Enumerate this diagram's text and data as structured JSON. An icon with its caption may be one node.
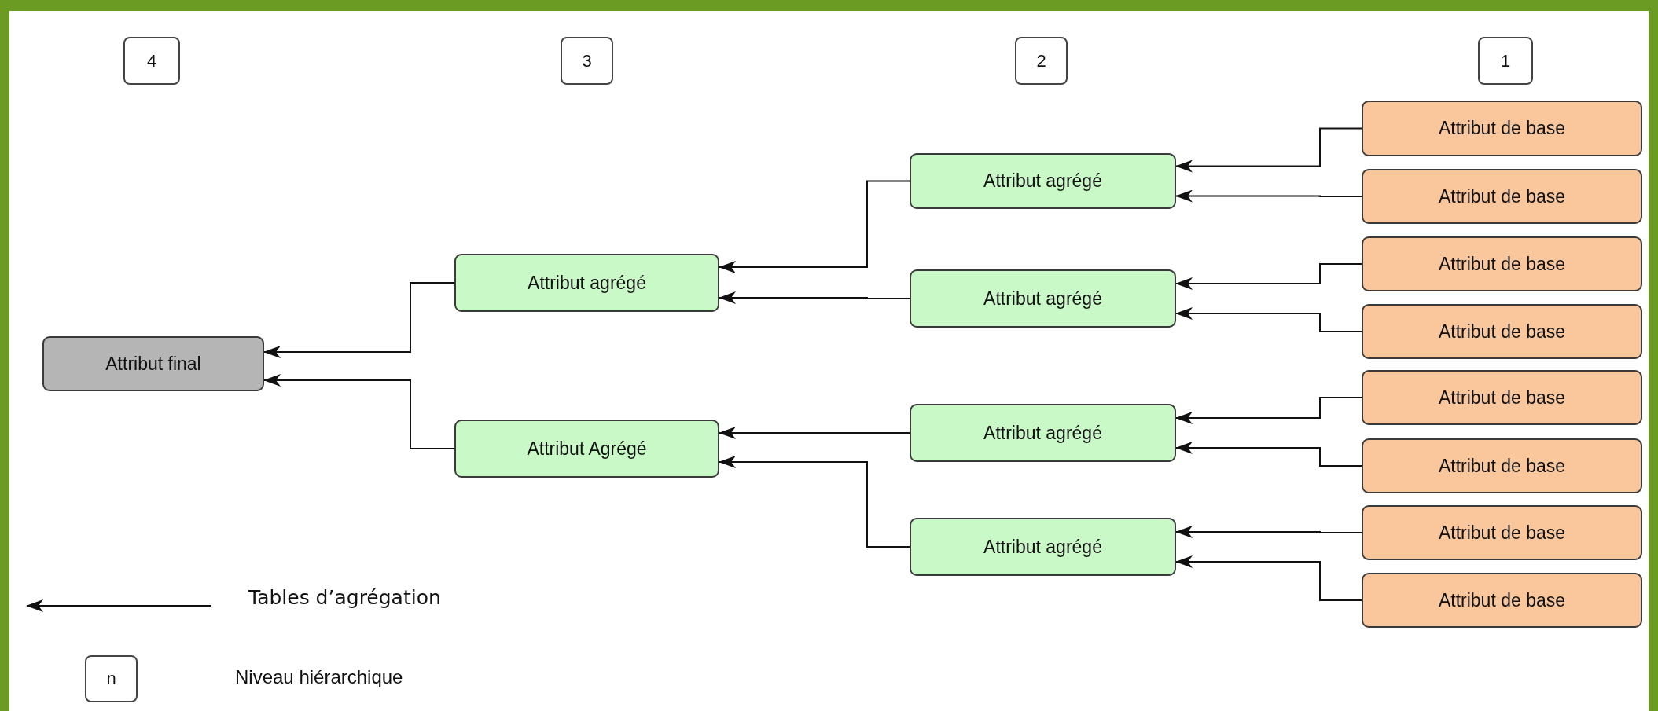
{
  "diagram": {
    "nodes": [
      {
        "text": [
          "4"
        ]
      },
      {
        "text": [
          "3"
        ]
      },
      {
        "text": [
          "2"
        ]
      },
      {
        "text": [
          "1"
        ]
      },
      {
        "text": [
          "Attribut final"
        ]
      },
      {
        "text": [
          "Attribut agrégé"
        ]
      },
      {
        "text": [
          "Attribut Agrégé"
        ]
      },
      {
        "text": [
          "Attribut agrégé"
        ]
      },
      {
        "text": [
          "Attribut agrégé"
        ]
      },
      {
        "text": [
          "Attribut agrégé"
        ]
      },
      {
        "text": [
          "Attribut agrégé"
        ]
      },
      {
        "text": [
          "Attribut de base"
        ]
      },
      {
        "text": [
          "Attribut de base"
        ]
      },
      {
        "text": [
          "Attribut de base"
        ]
      },
      {
        "text": [
          "Attribut de base"
        ]
      },
      {
        "text": [
          "Attribut de base"
        ]
      },
      {
        "text": [
          "Attribut de base"
        ]
      },
      {
        "text": [
          "Attribut de base"
        ]
      },
      {
        "text": [
          "Attribut de base"
        ]
      },
      {
        "text": [
          "n"
        ]
      }
    ],
    "edges": [
      {
        "from": 11,
        "to": 7,
        "arrow": "to"
      },
      {
        "from": 12,
        "to": 7,
        "arrow": "to"
      },
      {
        "from": 13,
        "to": 8,
        "arrow": "to"
      },
      {
        "from": 14,
        "to": 8,
        "arrow": "to"
      },
      {
        "from": 15,
        "to": 9,
        "arrow": "to"
      },
      {
        "from": 16,
        "to": 9,
        "arrow": "to"
      },
      {
        "from": 17,
        "to": 10,
        "arrow": "to"
      },
      {
        "from": 18,
        "to": 10,
        "arrow": "to"
      },
      {
        "from": 7,
        "to": 5,
        "arrow": "to"
      },
      {
        "from": 8,
        "to": 5,
        "arrow": "to"
      },
      {
        "from": 9,
        "to": 6,
        "arrow": "to"
      },
      {
        "from": 10,
        "to": 6,
        "arrow": "to"
      },
      {
        "from": 5,
        "to": 4,
        "arrow": "to"
      },
      {
        "from": 6,
        "to": 4,
        "arrow": "to"
      }
    ],
    "legend": [
      {
        "text": "Tables d’agrégation"
      },
      {
        "text": "Niveau hiérarchique"
      }
    ]
  }
}
